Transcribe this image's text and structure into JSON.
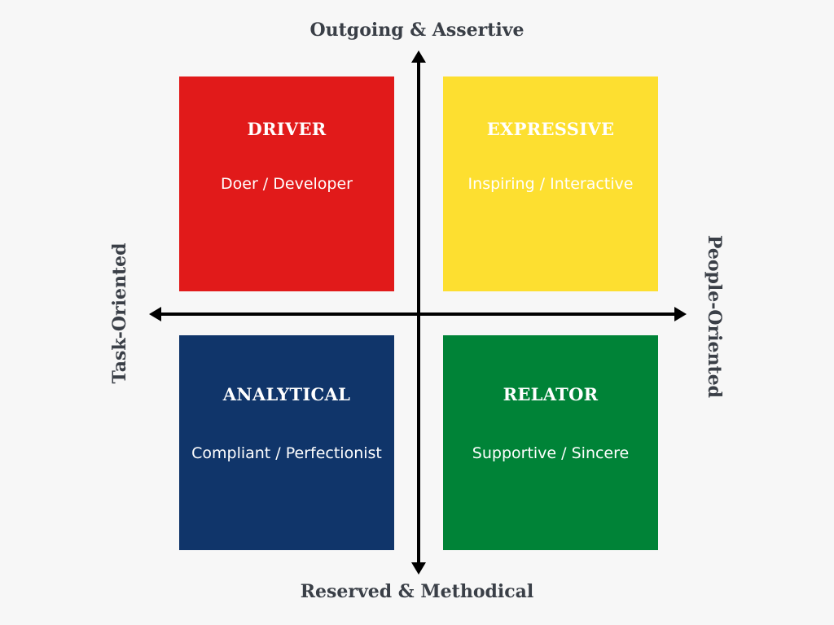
{
  "axes": {
    "top": "Outgoing & Assertive",
    "bottom": "Reserved & Methodical",
    "left": "Task-Oriented",
    "right": "People-Oriented"
  },
  "quadrants": [
    {
      "title": "DRIVER",
      "subtitle": "Doer / Developer",
      "color": "#e11a1a"
    },
    {
      "title": "EXPRESSIVE",
      "subtitle": "Inspiring / Interactive",
      "color": "#fddf30"
    },
    {
      "title": "ANALYTICAL",
      "subtitle": "Compliant / Perfectionist",
      "color": "#10356a"
    },
    {
      "title": "RELATOR",
      "subtitle": "Supportive / Sincere",
      "color": "#008337"
    }
  ],
  "colors": {
    "background": "#f7f7f7",
    "axis": "#000000",
    "label_text": "#3a3f47"
  }
}
